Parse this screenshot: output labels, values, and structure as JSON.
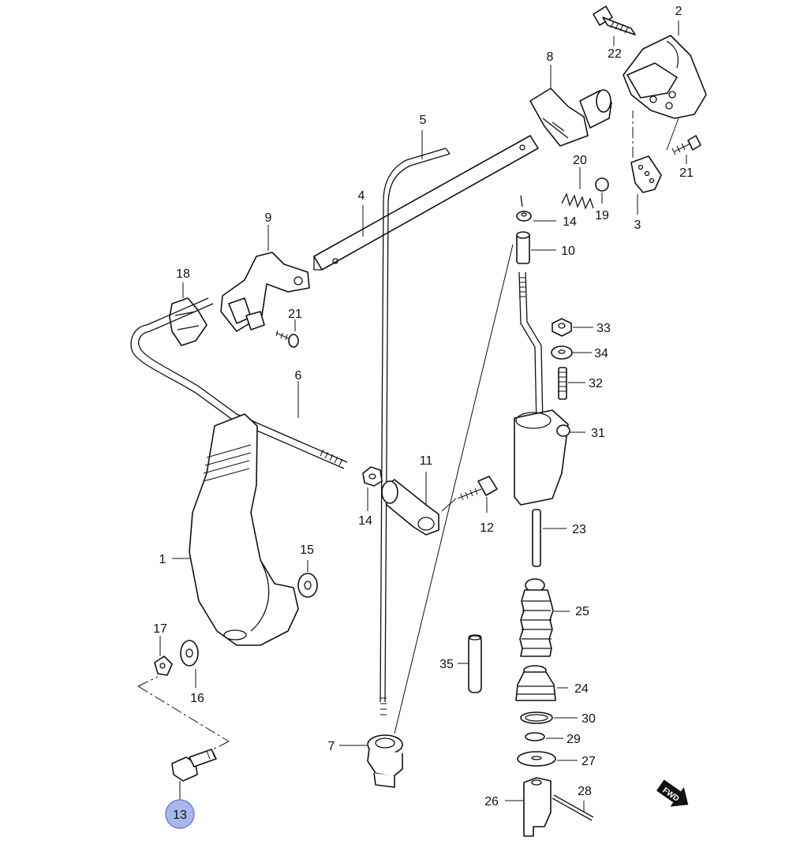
{
  "callouts": {
    "c1": "1",
    "c2": "2",
    "c3": "3",
    "c4": "4",
    "c5": "5",
    "c6": "6",
    "c7": "7",
    "c8": "8",
    "c9": "9",
    "c10": "10",
    "c11": "11",
    "c12": "12",
    "c13": "13",
    "c14a": "14",
    "c14b": "14",
    "c15": "15",
    "c16": "16",
    "c17": "17",
    "c18": "18",
    "c19": "19",
    "c20": "20",
    "c21a": "21",
    "c21b": "21",
    "c22": "22",
    "c23": "23",
    "c24": "24",
    "c25": "25",
    "c26": "26",
    "c27": "27",
    "c28": "28",
    "c29": "29",
    "c30": "30",
    "c31": "31",
    "c32": "32",
    "c33": "33",
    "c34": "34",
    "c35": "35"
  },
  "highlighted_callout": "13",
  "highlight_color": "#a9b8ea",
  "fwd_badge": "FWD"
}
